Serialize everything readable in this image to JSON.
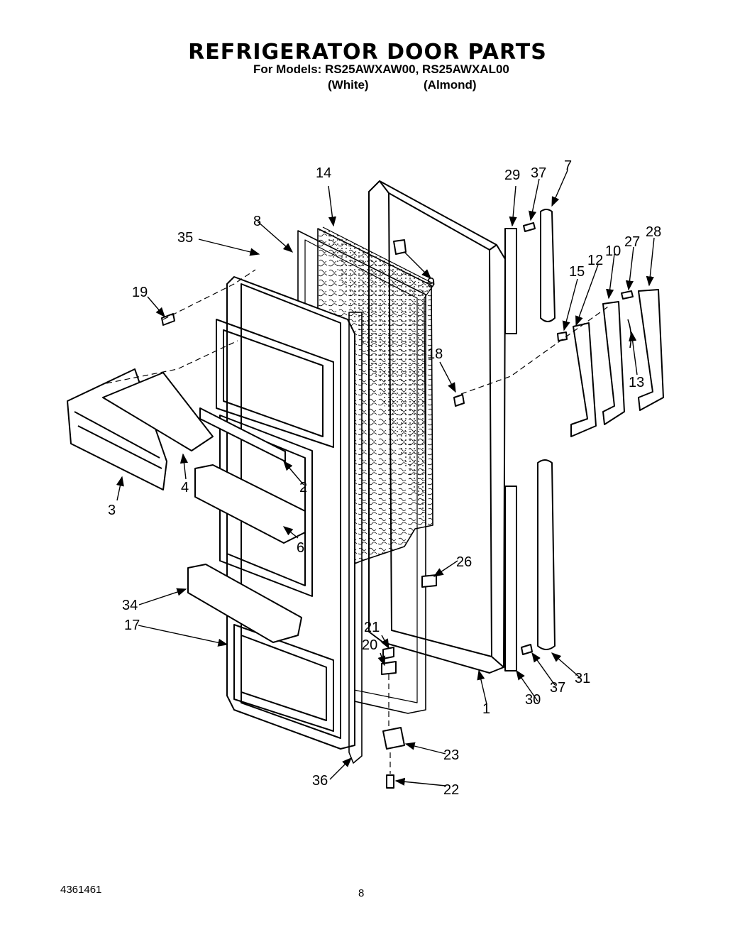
{
  "header": {
    "title": "REFRIGERATOR DOOR PARTS",
    "models_line": "For Models: RS25AWXAW00, RS25AWXAL00",
    "variant_white": "(White)",
    "variant_almond": "(Almond)"
  },
  "footer": {
    "document_number": "4361461",
    "page_number": "8"
  },
  "callouts": {
    "c1": "1",
    "c2": "2",
    "c3": "3",
    "c4": "4",
    "c6": "6",
    "c7": "7",
    "c8": "8",
    "c9": "9",
    "c10": "10",
    "c12": "12",
    "c13": "13",
    "c14": "14",
    "c15": "15",
    "c17": "17",
    "c18": "18",
    "c19": "19",
    "c20": "20",
    "c21": "21",
    "c22": "22",
    "c23": "23",
    "c26": "26",
    "c27": "27",
    "c28": "28",
    "c29": "29",
    "c30": "30",
    "c31": "31",
    "c34": "34",
    "c35": "35",
    "c36": "36",
    "c37a": "37",
    "c37b": "37"
  }
}
